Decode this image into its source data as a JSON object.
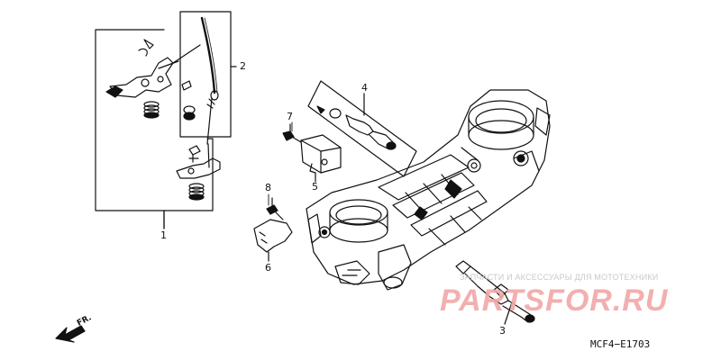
{
  "diagram": {
    "callouts": {
      "c1": "1",
      "c2": "2",
      "c3": "3",
      "c4": "4",
      "c5": "5",
      "c6": "6",
      "c7": "7",
      "c8": "8"
    },
    "direction_label": "FR.",
    "diagram_code": "MCF4−E1703",
    "watermark": {
      "text": "ЗАПЧАСТИ И АКСЕССУАРЫ ДЛЯ МОТОТЕХНИКИ",
      "logo": "PARTSFOR.RU"
    }
  },
  "colors": {
    "line": "#111111",
    "watermark_logo": "#f2a7a7",
    "watermark_text": "#c9c9c9"
  }
}
